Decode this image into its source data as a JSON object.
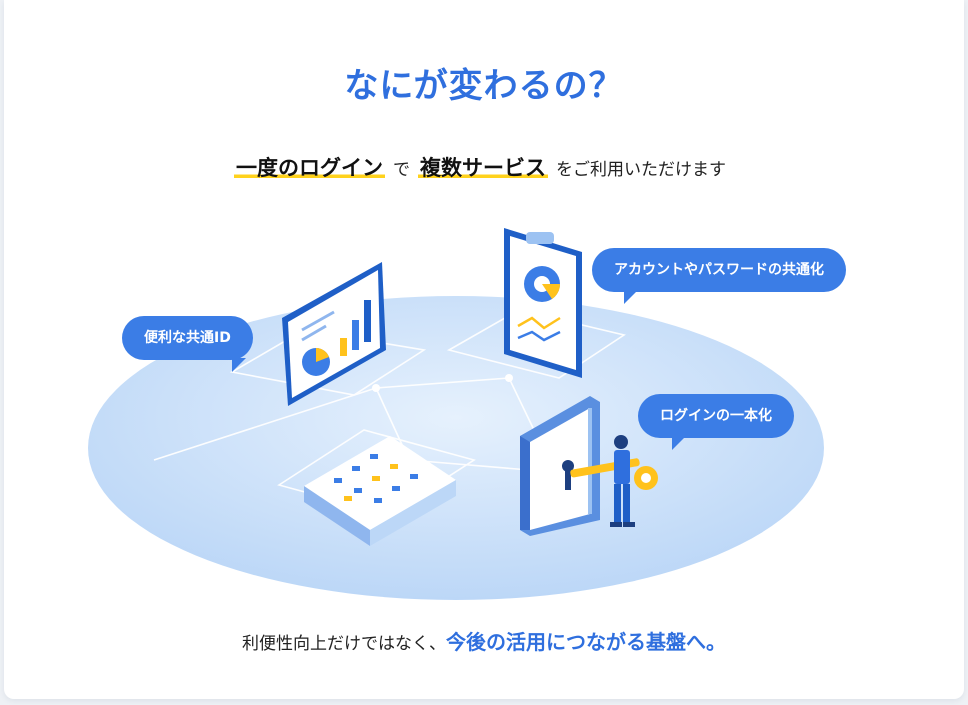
{
  "title": "なにが変わるの？",
  "subtitle": {
    "highlight1": "一度のログイン",
    "connector": "で",
    "highlight2": "複数サービス",
    "rest": "をご利用いただけます"
  },
  "bubbles": {
    "shared_id": "便利な共通ID",
    "account_sharing": "アカウントやパスワードの共通化",
    "login_unify": "ログインの一本化"
  },
  "footer": {
    "plain": "利便性向上だけではなく、",
    "accent": "今後の活用につながる基盤へ。"
  },
  "colors": {
    "accent": "#2f6fde",
    "bubble": "#3b7de6",
    "highlight": "#ffd21c",
    "platform": "#cfe3fb"
  }
}
